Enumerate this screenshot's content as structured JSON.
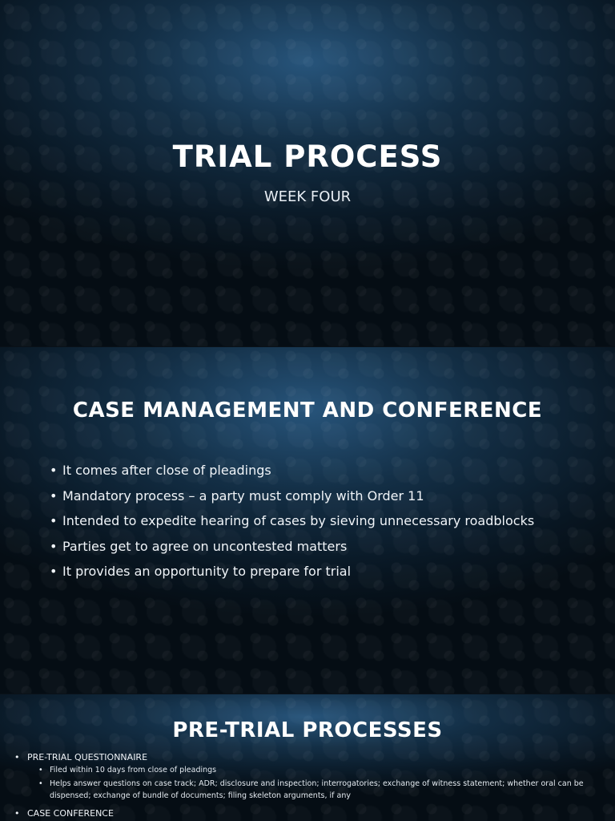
{
  "slide1": {
    "title": "TRIAL PROCESS",
    "subtitle": "WEEK FOUR"
  },
  "slide2": {
    "title": "CASE MANAGEMENT AND CONFERENCE",
    "bullets": [
      "It comes after close of pleadings",
      "Mandatory process – a party must comply with Order 11",
      "Intended to expedite hearing of cases by sieving unnecessary roadblocks",
      "Parties get to agree on uncontested matters",
      "It provides an opportunity to prepare for trial"
    ]
  },
  "slide3": {
    "title": "PRE-TRIAL PROCESSES",
    "items": [
      {
        "label": "PRE-TRIAL QUESTIONNAIRE",
        "sub": [
          "Filed within 10 days from close of pleadings",
          "Helps answer questions on case track; ADR; disclosure and inspection; interrogatories; exchange of witness statement; whether oral can be dispensed; exchange of bundle of documents; filing skeleton arguments, if any"
        ]
      },
      {
        "label": "CASE CONFERENCE",
        "sub": []
      }
    ]
  },
  "bullet_glyph": "•"
}
